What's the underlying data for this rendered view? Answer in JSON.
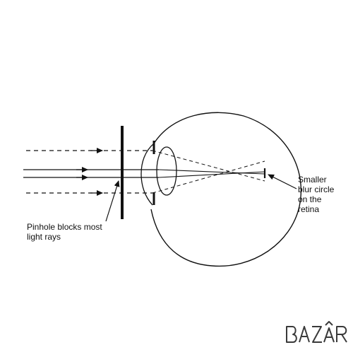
{
  "diagram": {
    "labels": {
      "pinhole": [
        "Pinhole blocks most",
        "light rays"
      ],
      "blur_circle": [
        "Smaller",
        "blur circle",
        "on the",
        "retina"
      ]
    },
    "colors": {
      "ink": "#111111",
      "background": "#ffffff",
      "watermark_stroke": "#3a3a3a"
    }
  },
  "watermark": {
    "text": "BAZAR",
    "kind": "logo"
  }
}
